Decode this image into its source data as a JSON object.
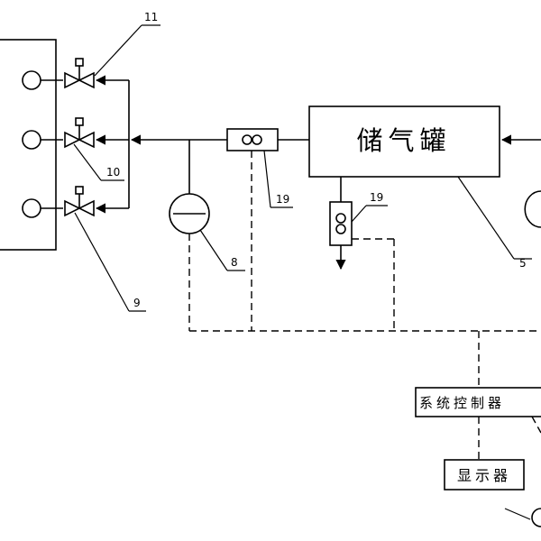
{
  "diagram": {
    "tank_label": "储气罐",
    "controller_label": "系统控制器",
    "display_label": "显示器",
    "callouts": {
      "c11": "11",
      "c10": "10",
      "c9": "9",
      "c19a": "19",
      "c19b": "19",
      "c8": "8",
      "c5": "5"
    }
  }
}
